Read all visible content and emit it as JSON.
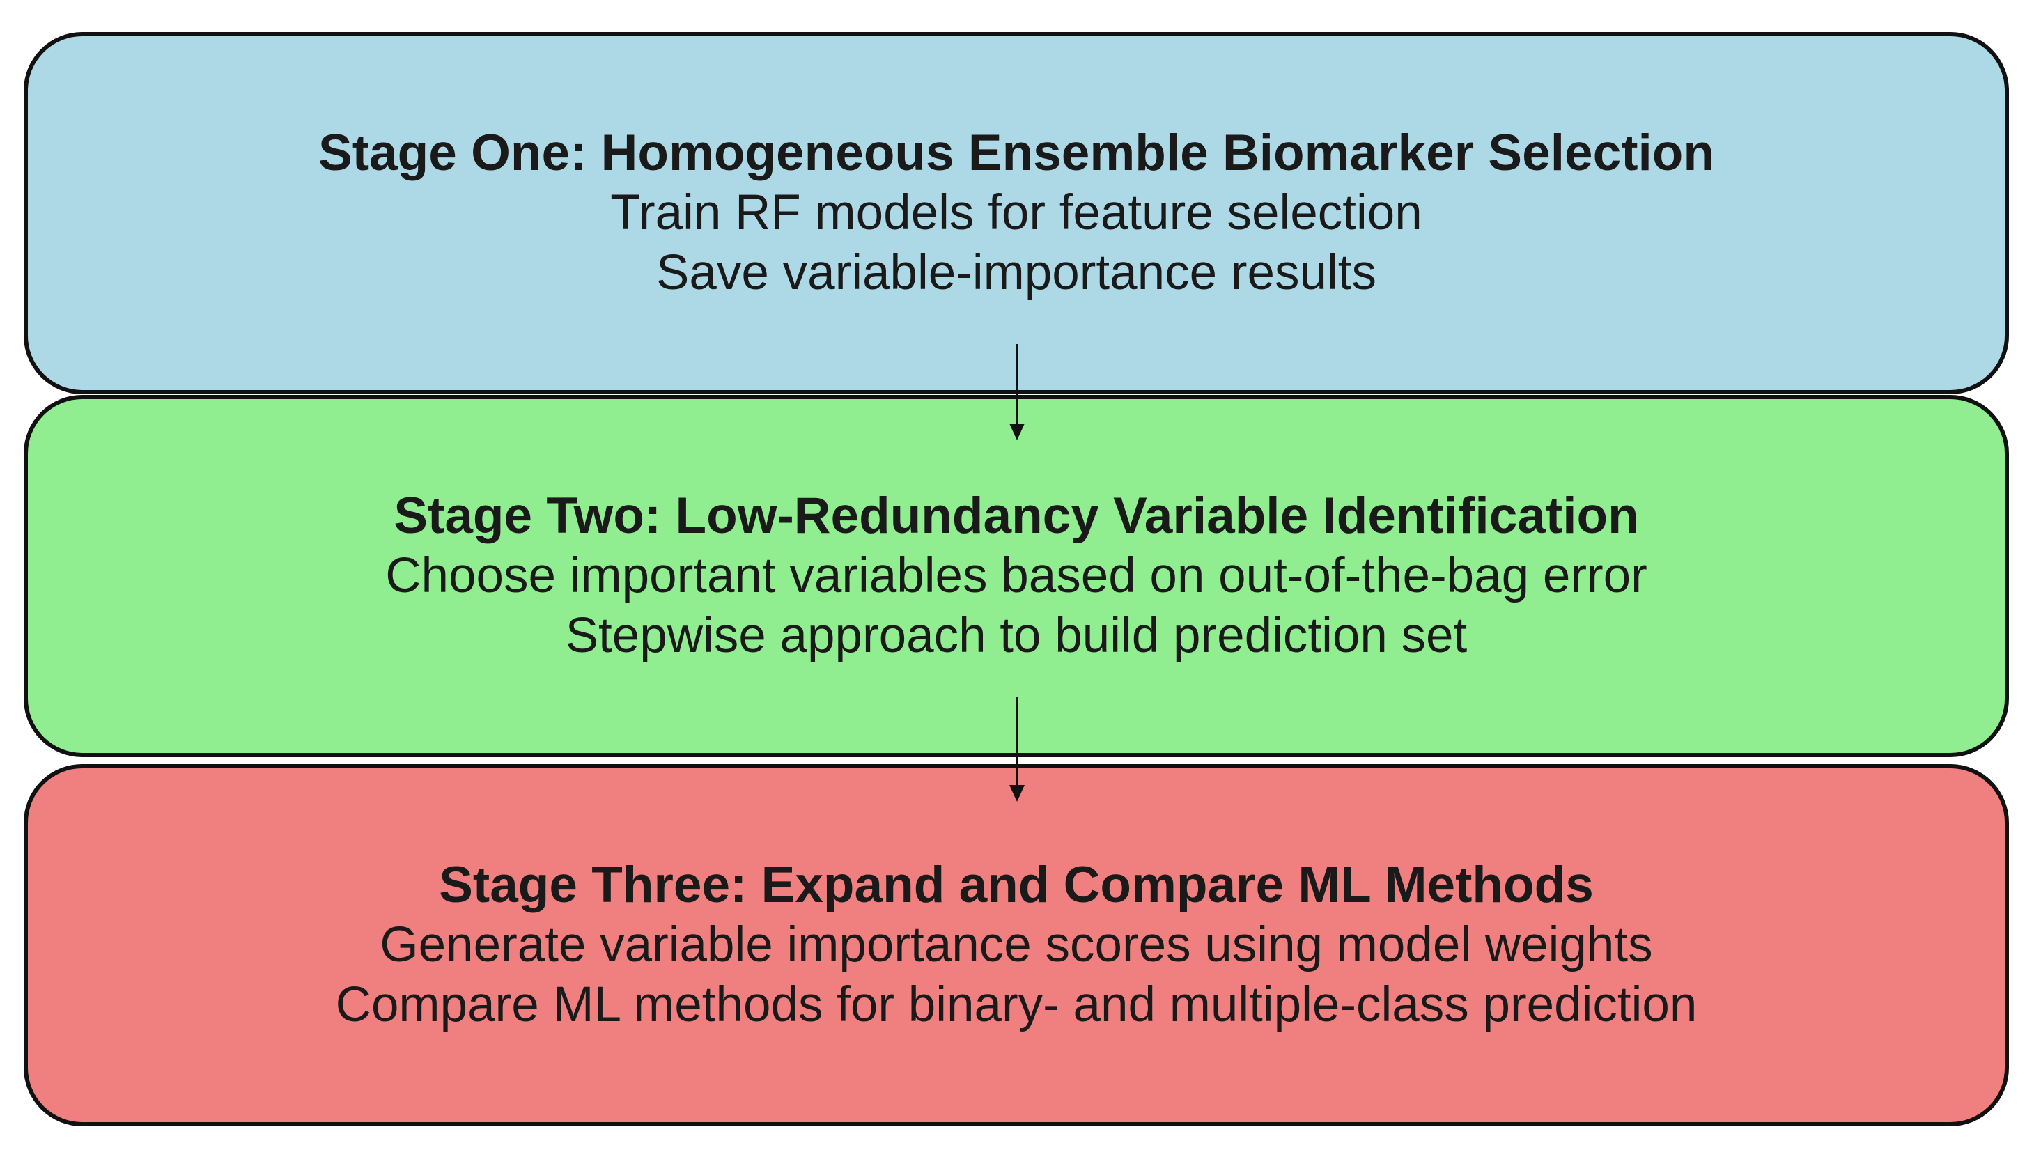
{
  "stages": [
    {
      "title": "Stage One: Homogeneous Ensemble Biomarker Selection",
      "lines": [
        "Train RF models for feature selection",
        "Save variable-importance results"
      ],
      "color": "#add8e6"
    },
    {
      "title": "Stage Two: Low-Redundancy Variable Identification",
      "lines": [
        "Choose important variables based on out-of-the-bag error",
        "Stepwise approach to build prediction set"
      ],
      "color": "#90ee90"
    },
    {
      "title": "Stage Three: Expand and Compare ML Methods",
      "lines": [
        "Generate variable importance scores using model weights",
        "Compare ML methods for binary- and multiple-class prediction"
      ],
      "color": "#f08080"
    }
  ],
  "arrow_color": "#111111"
}
